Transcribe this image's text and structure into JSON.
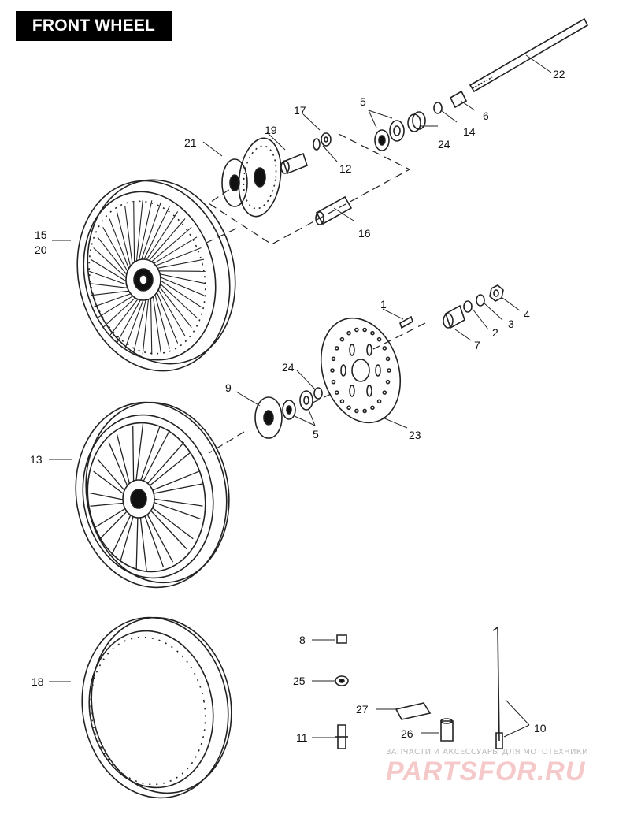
{
  "title": "FRONT WHEEL",
  "callouts": [
    {
      "id": "1",
      "text": "1"
    },
    {
      "id": "2",
      "text": "2"
    },
    {
      "id": "3",
      "text": "3"
    },
    {
      "id": "4",
      "text": "4"
    },
    {
      "id": "5a",
      "text": "5"
    },
    {
      "id": "5b",
      "text": "5"
    },
    {
      "id": "6",
      "text": "6"
    },
    {
      "id": "7",
      "text": "7"
    },
    {
      "id": "8",
      "text": "8"
    },
    {
      "id": "9",
      "text": "9"
    },
    {
      "id": "10",
      "text": "10"
    },
    {
      "id": "11",
      "text": "11"
    },
    {
      "id": "12",
      "text": "12"
    },
    {
      "id": "13",
      "text": "13"
    },
    {
      "id": "14",
      "text": "14"
    },
    {
      "id": "15",
      "text": "15"
    },
    {
      "id": "16",
      "text": "16"
    },
    {
      "id": "17",
      "text": "17"
    },
    {
      "id": "18",
      "text": "18"
    },
    {
      "id": "19",
      "text": "19"
    },
    {
      "id": "20",
      "text": "20"
    },
    {
      "id": "21",
      "text": "21"
    },
    {
      "id": "22",
      "text": "22"
    },
    {
      "id": "23",
      "text": "23"
    },
    {
      "id": "24a",
      "text": "24"
    },
    {
      "id": "24b",
      "text": "24"
    },
    {
      "id": "25",
      "text": "25"
    },
    {
      "id": "26",
      "text": "26"
    },
    {
      "id": "27",
      "text": "27"
    }
  ],
  "watermark": {
    "tagline": "ЗАПЧАСТИ И АКСЕССУАРЫ ДЛЯ МОТОТЕХНИКИ",
    "brand": "PARTSFOR.RU"
  }
}
